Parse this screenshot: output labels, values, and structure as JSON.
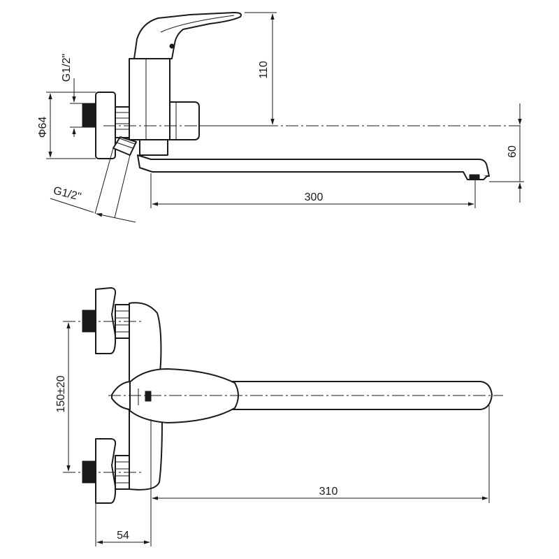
{
  "top_view": {
    "dim_height_110": "110",
    "dim_thread_top": "G1/2\"",
    "dim_diameter": "Φ64",
    "dim_height_60": "60",
    "dim_spout_length_300": "300",
    "dim_thread_bottom": "G1/2\""
  },
  "front_view": {
    "dim_spacing": "150±20",
    "dim_spout_length_310": "310",
    "dim_wall_offset": "54"
  }
}
